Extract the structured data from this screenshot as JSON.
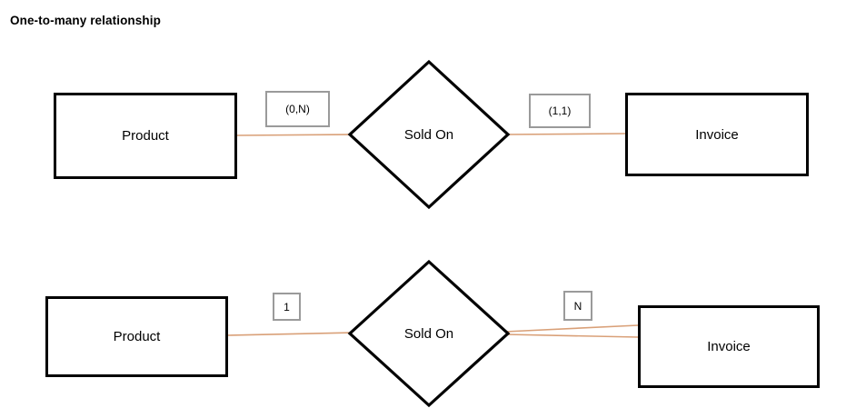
{
  "page": {
    "title": "One-to-many relationship",
    "background": "#ffffff",
    "entity_border_color": "#000000",
    "label_border_color": "#9a9a9a",
    "connector_color": "#d9a078"
  },
  "diagrams": [
    {
      "name": "min-max-notation",
      "left_entity": {
        "label": "Product"
      },
      "relationship": {
        "label": "Sold On"
      },
      "right_entity": {
        "label": "Invoice"
      },
      "left_cardinality": {
        "label": "(0,N)"
      },
      "right_cardinality": {
        "label": "(1,1)"
      },
      "left_connector": {
        "lines": 1
      },
      "right_connector": {
        "lines": 1
      }
    },
    {
      "name": "one-to-many-notation",
      "left_entity": {
        "label": "Product"
      },
      "relationship": {
        "label": "Sold On"
      },
      "right_entity": {
        "label": "Invoice"
      },
      "left_cardinality": {
        "label": "1"
      },
      "right_cardinality": {
        "label": "N"
      },
      "left_connector": {
        "lines": 1
      },
      "right_connector": {
        "lines": 2
      }
    }
  ]
}
